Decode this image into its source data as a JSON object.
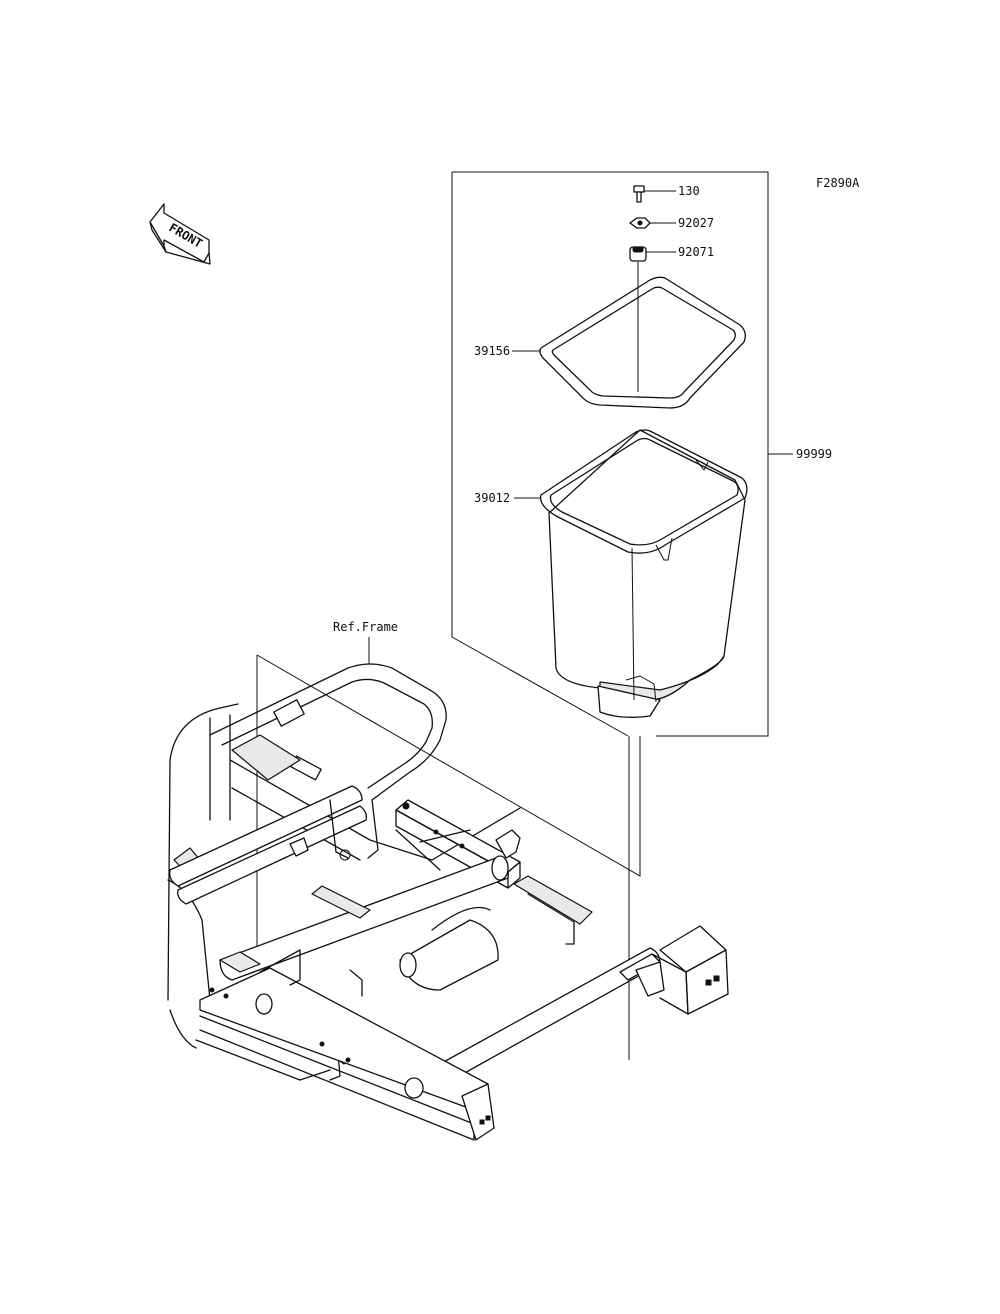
{
  "figure_code": "F2890A",
  "front_marker": "FRONT",
  "reference_label": "Ref.Frame",
  "parts": [
    {
      "number": "130",
      "icon": "bolt-icon"
    },
    {
      "number": "92027",
      "icon": "washer-icon"
    },
    {
      "number": "92071",
      "icon": "grommet-icon"
    },
    {
      "number": "39156",
      "icon": "seal-gasket-icon"
    },
    {
      "number": "39012",
      "icon": "storage-box-icon"
    },
    {
      "number": "99999",
      "icon": "assembly-bracket-icon"
    }
  ],
  "colors": {
    "line": "#111111",
    "background": "#ffffff"
  }
}
